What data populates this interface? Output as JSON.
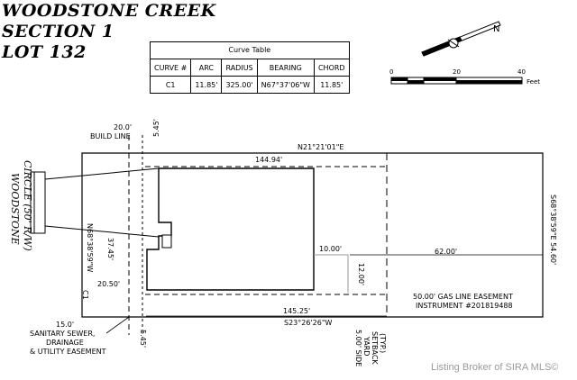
{
  "title": {
    "line1": "WOODSTONE CREEK",
    "line2": "SECTION 1",
    "line3": "LOT 132"
  },
  "curve_table": {
    "caption": "Curve Table",
    "headers": [
      "CURVE #",
      "ARC",
      "RADIUS",
      "BEARING",
      "CHORD"
    ],
    "row": [
      "C1",
      "11.85'",
      "325.00'",
      "N67°37'06\"W",
      "11.85'"
    ]
  },
  "north_arrow": {
    "label": "N"
  },
  "scale_bar": {
    "tick0": "0",
    "tick1": "20",
    "tick2": "40",
    "unit": "Feet"
  },
  "labels": {
    "build_line_dim": "20.0'",
    "build_line": "BUILD LINE",
    "setback_top": "5.45'",
    "bearing_top": "N21°21'01\"E",
    "dim_top": "144.94'",
    "bearing_right": "S68°38'59\"E 54.60'",
    "bearing_left": "N68°38'59\"W",
    "dim_left": "37.45'",
    "dim_front": "20.50'",
    "curve_id": "C1",
    "dim_10": "10.00'",
    "dim_62": "62.00'",
    "dim_12": "12.00'",
    "easement_line1": "50.00' GAS LINE EASEMENT",
    "easement_line2": "INSTRUMENT #201819488",
    "dim_bottom": "145.25'",
    "bearing_bottom": "S23°26'26\"W",
    "sewer_1": "15.0'",
    "sewer_2": "SANITARY SEWER,",
    "sewer_3": "DRAINAGE",
    "sewer_4": "& UTILITY EASEMENT",
    "setback_bottom": "5.45'",
    "side_1": "5.00' SIDE",
    "side_2": "YARD",
    "side_3": "SETBACK",
    "side_4": "(TYP.)",
    "street_1": "WOODSTONE",
    "street_2": "CIRCLE (50' R/W)"
  },
  "watermark": "Listing Broker of SIRA MLS©"
}
